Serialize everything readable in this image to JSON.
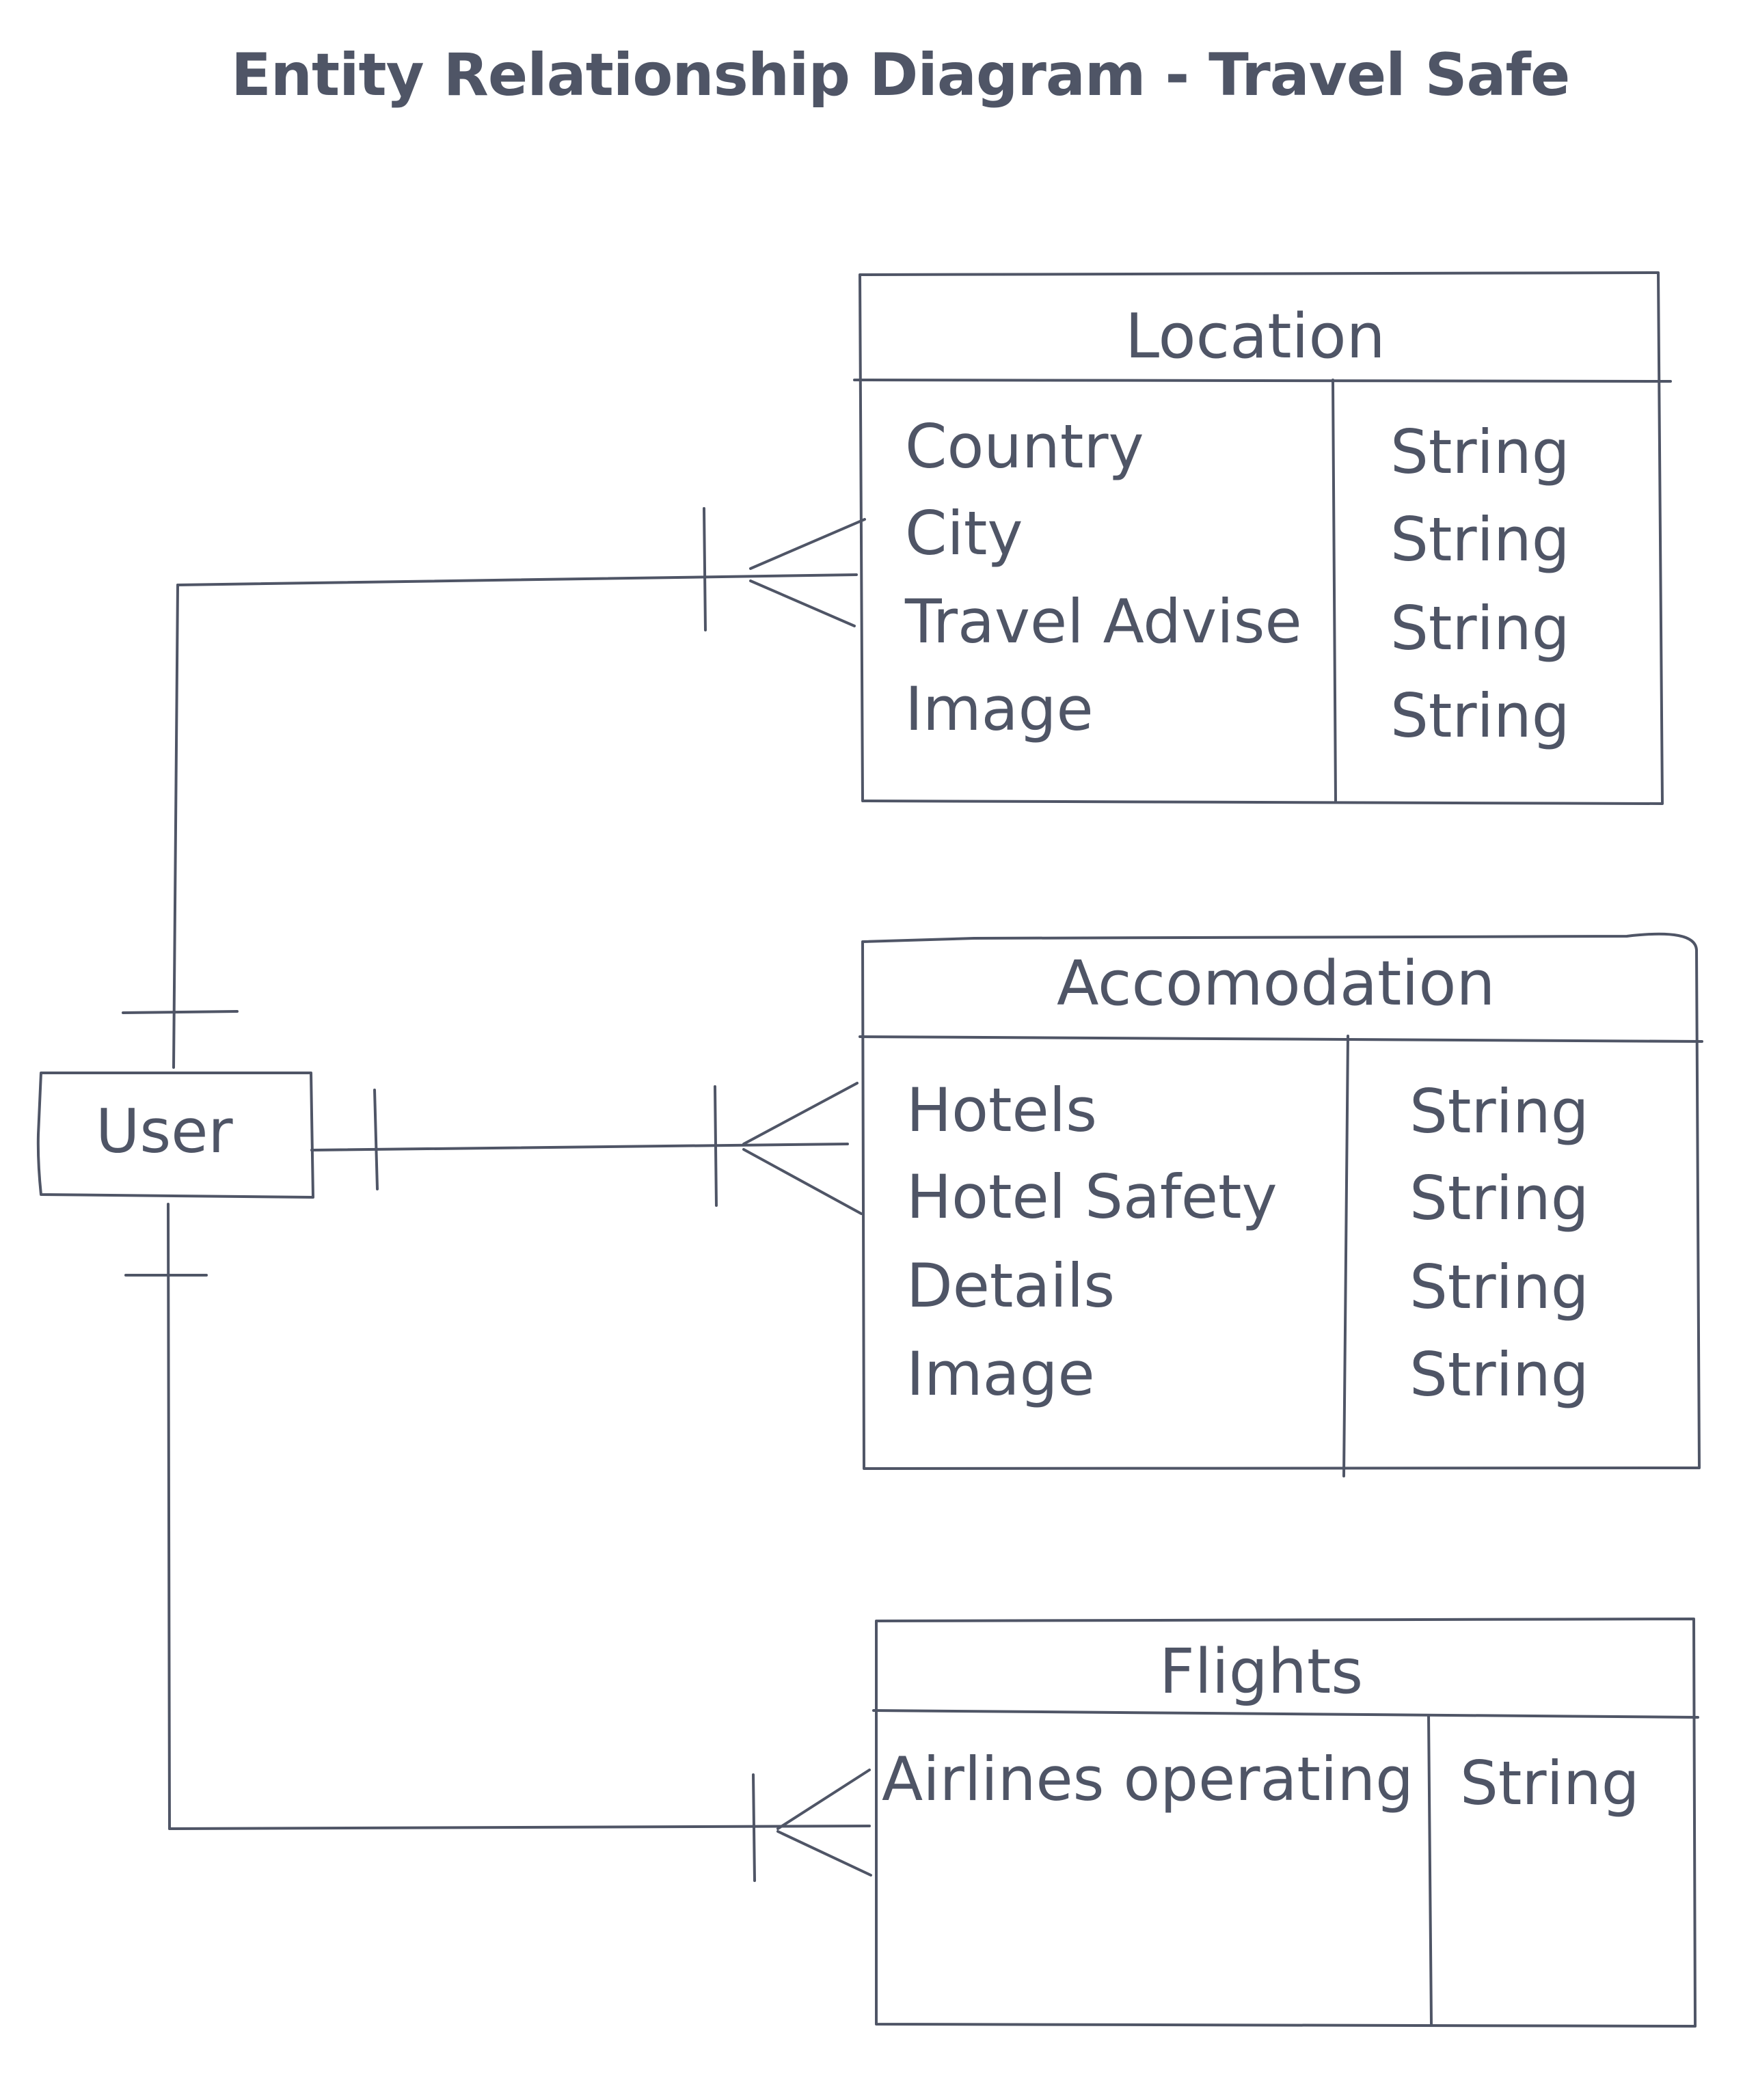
{
  "title": "Entity Relationship Diagram - Travel Safe",
  "user": {
    "label": "User"
  },
  "entities": [
    {
      "name": "Location",
      "attributes": [
        "Country",
        "City",
        "Travel Advise",
        "Image"
      ],
      "types": [
        "String",
        "String",
        "String",
        "String"
      ]
    },
    {
      "name": "Accomodation",
      "attributes": [
        "Hotels",
        "Hotel Safety",
        "Details",
        "Image"
      ],
      "types": [
        "String",
        "String",
        "String",
        "String"
      ]
    },
    {
      "name": "Flights",
      "attributes": [
        "Airlines operating"
      ],
      "types": [
        "String"
      ]
    }
  ],
  "relationships": [
    {
      "from": "User",
      "to": "Location",
      "from_cardinality": "one",
      "to_cardinality": "one-or-many"
    },
    {
      "from": "User",
      "to": "Accomodation",
      "from_cardinality": "one",
      "to_cardinality": "one-or-many"
    },
    {
      "from": "User",
      "to": "Flights",
      "from_cardinality": "one",
      "to_cardinality": "one-or-many"
    }
  ]
}
